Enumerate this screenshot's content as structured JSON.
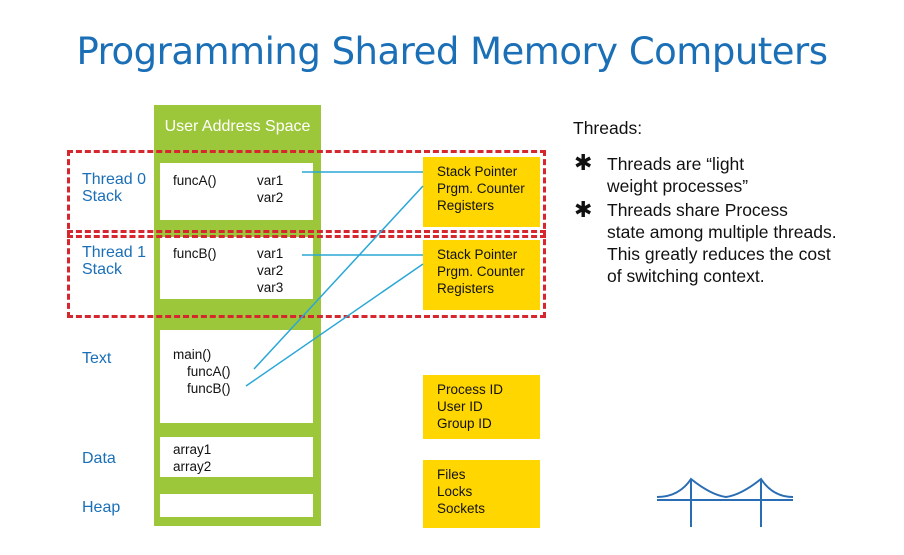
{
  "title": "Programming Shared Memory Computers",
  "address_space": {
    "header": "User Address Space",
    "segments": {
      "thread0_stack": {
        "label": "Thread 0\nStack",
        "func": "funcA()",
        "vars": [
          "var1",
          "var2"
        ]
      },
      "thread1_stack": {
        "label": "Thread 1\nStack",
        "func": "funcB()",
        "vars": [
          "var1",
          "var2",
          "var3"
        ]
      },
      "text": {
        "label": "Text",
        "lines": [
          "main()",
          "funcA()",
          "funcB()"
        ]
      },
      "data": {
        "label": "Data",
        "lines": [
          "array1",
          "array2"
        ]
      },
      "heap": {
        "label": "Heap"
      }
    }
  },
  "thread_registers": [
    {
      "lines": [
        "Stack Pointer",
        "Prgm. Counter",
        "Registers"
      ]
    },
    {
      "lines": [
        "Stack Pointer",
        "Prgm. Counter",
        "Registers"
      ]
    }
  ],
  "process_info": {
    "lines": [
      "Process ID",
      "User ID",
      "Group ID"
    ]
  },
  "resources": {
    "lines": [
      "Files",
      "Locks",
      "Sockets"
    ]
  },
  "threads_notes": {
    "heading": "Threads:",
    "bullets": [
      [
        "Threads are “light",
        "weight processes”"
      ],
      [
        "Threads share Process",
        "state among multiple threads.",
        "This greatly reduces the cost",
        "of switching context."
      ]
    ]
  },
  "colors": {
    "title_blue": "#1a6fb7",
    "green": "#9dc73b",
    "yellow": "#ffd600",
    "dashed_red": "#d6262e",
    "connector": "#2aa7d6",
    "logo": "#2a6db5"
  },
  "icons": {
    "logo": "bridge-icon",
    "bullet": "asterisk-icon"
  }
}
